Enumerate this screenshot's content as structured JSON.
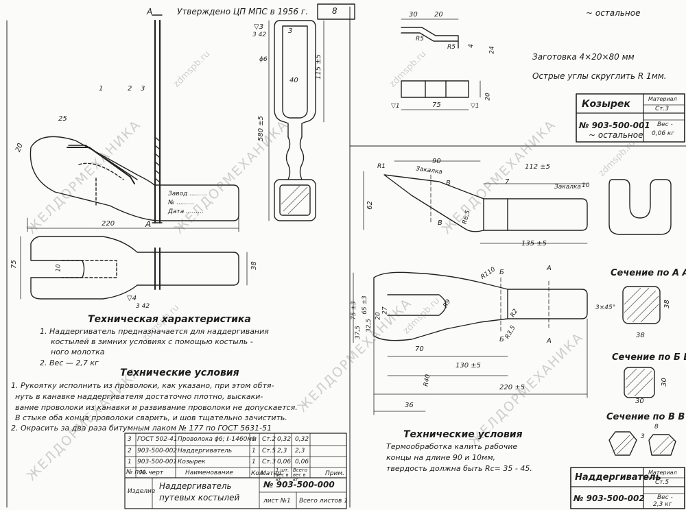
{
  "header": {
    "approved": "Утверждено ЦП МПС в 1956 г.",
    "sheet_mark": "8"
  },
  "left_drawing": {
    "section_letter": "А",
    "leaders": [
      "1",
      "2",
      "3"
    ],
    "dims": {
      "d25": "25",
      "d20": "20",
      "d220": "220",
      "d75": "75",
      "d38": "38",
      "d10": "10",
      "d580": "580 ±5",
      "d115": "115 ±5",
      "d40": "40",
      "d3": "3",
      "d6": "ϕ6",
      "roughness_top": "▽3",
      "roughness_top_val": "3 42",
      "roughness_bot": "▽4",
      "roughness_bot_val": "3 42"
    },
    "plate_lines": [
      "Завод .........",
      "№ .........",
      "Дата ........."
    ]
  },
  "tech_characteristic": {
    "title": "Техническая характеристика",
    "items": [
      "1. Наддергиватель предназначается для наддергивания",
      "костылей в зимних условиях с помощью костыль -",
      "ного молотка",
      "2. Вес — 2,7 кг"
    ]
  },
  "tech_conditions_left": {
    "title": "Технические условия",
    "items": [
      "1. Рукоятку исполнить из проволоки, как указано, при этом обтя-",
      "нуть в канавке наддергивателя достаточно плотно, выскаки-",
      "вание проволоки из канавки и развивание проволоки не допускается.",
      "В стыке оба конца проволоки сварить, и шов тщательно зачистить.",
      "2. Окрасить за два раза битумным лаком № 177 по ГОСТ 5631-51"
    ]
  },
  "parts_table": {
    "rows": [
      {
        "pos": "3",
        "num": "ГОСТ 502-41",
        "name": "Проволока ϕ6; ℓ-1460мм",
        "qty": "1",
        "mat": "Ст.2",
        "w1": "0,32",
        "w2": "0,32",
        "note": ""
      },
      {
        "pos": "2",
        "num": "903-500-002",
        "name": "Наддергиватель",
        "qty": "1",
        "mat": "Ст.5",
        "w1": "2,3",
        "w2": "2,3",
        "note": ""
      },
      {
        "pos": "1",
        "num": "903-500-001",
        "name": "Козырек",
        "qty": "1",
        "mat": "Ст.3",
        "w1": "0,06",
        "w2": "0,06",
        "note": ""
      }
    ],
    "headers": {
      "pos": "№ поз.",
      "num": "№ черт",
      "name": "Наименование",
      "qty": "Кол.",
      "mat": "Матер.",
      "w1": "1 шт. вес в кг",
      "w2": "Всего вес в кг",
      "note": "Прим."
    },
    "product_label": "Изделие",
    "product_name_1": "Наддергиватель",
    "product_name_2": "путевых костылей",
    "number": "№ 903-500-000",
    "sheet": "лист №1",
    "sheets_total": "Всего листов 1"
  },
  "visor": {
    "rest": "~ остальное",
    "blank": "Заготовка 4×20×80 мм",
    "note": "Острые углы скруглить R 1мм.",
    "dims": {
      "a": "30",
      "b": "20",
      "r1": "R5",
      "r2": "R5",
      "t": "4",
      "h": "24",
      "w": "75",
      "h2": "20",
      "rough1": "▽1",
      "rough2": "▽1"
    },
    "stamp_name": "Козырек",
    "stamp_number": "№ 903-500-001",
    "stamp_material_label": "Материал",
    "stamp_material": "Ст.3",
    "stamp_weight_label": "Вес -",
    "stamp_weight": "0,06 кг"
  },
  "puller": {
    "rest": "~ остальное",
    "dims": {
      "r1": "R1",
      "d90": "90",
      "hard1": "Закалка",
      "d112": "112 ±5",
      "d7": "7",
      "hard2": "Закалка",
      "d10": "10",
      "d62": "62",
      "r65": "R6,5",
      "d135": "135 ±5",
      "b_sec": "В",
      "r110": "R110",
      "a_sec": "А",
      "b2_sec": "Б",
      "d75": "75 ±3",
      "d65": "65 ±3",
      "d375": "37,5",
      "d325": "32,5",
      "d20": "20",
      "d27": "27",
      "r9": "R9",
      "r2": "R2",
      "r35": "R3,5",
      "chamfer": "3×45°",
      "d70": "70",
      "r40": "R40",
      "d130": "130 ±5",
      "d220": "220 ±5",
      "d36": "36"
    },
    "sections": {
      "aa": "Сечение по А А",
      "aa_w": "38",
      "aa_h": "38",
      "bb": "Сечение по Б Б",
      "bb_w": "30",
      "bb_h": "30",
      "vv": "Сечение по В В",
      "vv_a": "3",
      "vv_b": "8"
    },
    "conditions_title": "Технические условия",
    "conditions": [
      "Термообработка калить рабочие",
      "концы на длине 90 и 10мм,",
      "твердость должна быть Rc= 35 - 45."
    ],
    "stamp_name": "Наддергиватель",
    "stamp_number": "№ 903-500-002",
    "stamp_material_label": "Материал",
    "stamp_material": "Ст.5",
    "stamp_weight_label": "Вес -",
    "stamp_weight": "2,3 кг"
  },
  "watermarks": {
    "brand": "ЖЕЛДОРМЕХАНИКА",
    "site": "zdmspb.ru"
  }
}
